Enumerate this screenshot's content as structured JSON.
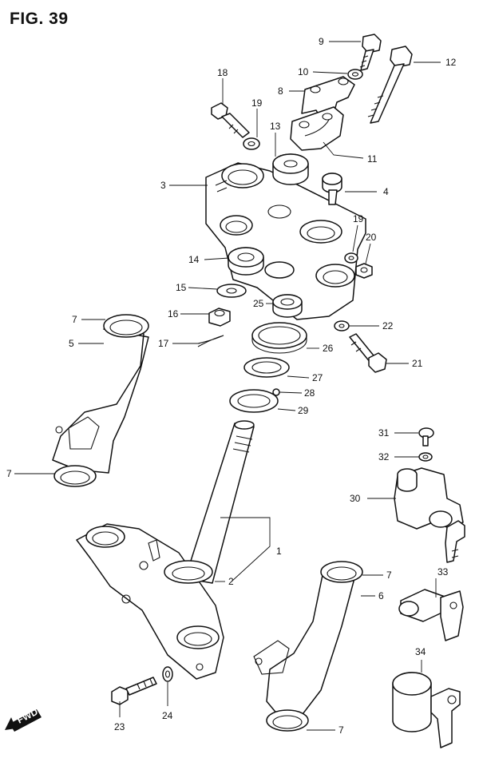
{
  "figure": {
    "title": "FIG. 39"
  },
  "fwd_label": "FWD",
  "callouts": [
    {
      "id": "c1",
      "text": "1"
    },
    {
      "id": "c2",
      "text": "2"
    },
    {
      "id": "c3",
      "text": "3"
    },
    {
      "id": "c4",
      "text": "4"
    },
    {
      "id": "c5",
      "text": "5"
    },
    {
      "id": "c6",
      "text": "6"
    },
    {
      "id": "c7a",
      "text": "7"
    },
    {
      "id": "c7b",
      "text": "7"
    },
    {
      "id": "c7c",
      "text": "7"
    },
    {
      "id": "c7d",
      "text": "7"
    },
    {
      "id": "c8",
      "text": "8"
    },
    {
      "id": "c9",
      "text": "9"
    },
    {
      "id": "c10",
      "text": "10"
    },
    {
      "id": "c11",
      "text": "11"
    },
    {
      "id": "c12",
      "text": "12"
    },
    {
      "id": "c13",
      "text": "13"
    },
    {
      "id": "c14",
      "text": "14"
    },
    {
      "id": "c15",
      "text": "15"
    },
    {
      "id": "c16",
      "text": "16"
    },
    {
      "id": "c17",
      "text": "17"
    },
    {
      "id": "c18",
      "text": "18"
    },
    {
      "id": "c19a",
      "text": "19"
    },
    {
      "id": "c19b",
      "text": "19"
    },
    {
      "id": "c20",
      "text": "20"
    },
    {
      "id": "c21",
      "text": "21"
    },
    {
      "id": "c22",
      "text": "22"
    },
    {
      "id": "c23",
      "text": "23"
    },
    {
      "id": "c24",
      "text": "24"
    },
    {
      "id": "c25",
      "text": "25"
    },
    {
      "id": "c26",
      "text": "26"
    },
    {
      "id": "c27",
      "text": "27"
    },
    {
      "id": "c28",
      "text": "28"
    },
    {
      "id": "c29",
      "text": "29"
    },
    {
      "id": "c30",
      "text": "30"
    },
    {
      "id": "c31",
      "text": "31"
    },
    {
      "id": "c32",
      "text": "32"
    },
    {
      "id": "c33",
      "text": "33"
    },
    {
      "id": "c34",
      "text": "34"
    }
  ]
}
